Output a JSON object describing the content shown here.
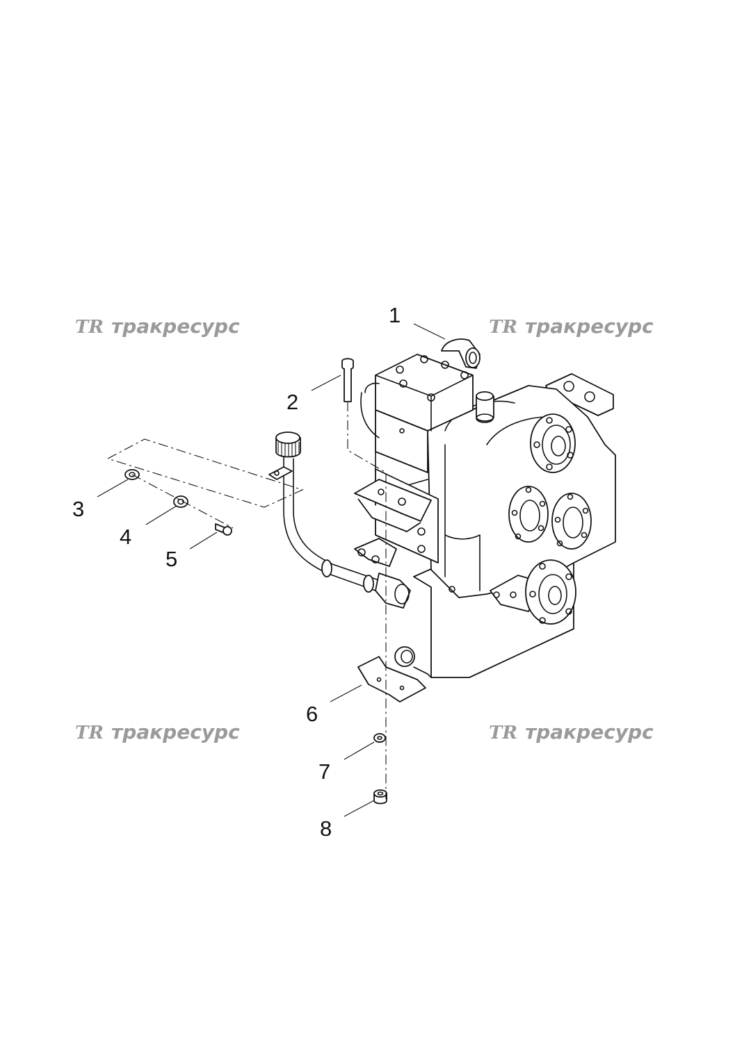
{
  "watermarks": [
    {
      "logo": "TR",
      "text": "тракресурс"
    },
    {
      "logo": "TR",
      "text": "тракресурс"
    },
    {
      "logo": "TR",
      "text": "тракресурс"
    },
    {
      "logo": "TR",
      "text": "тракресурс"
    }
  ],
  "callouts": [
    "1",
    "2",
    "3",
    "4",
    "5",
    "6",
    "7",
    "8"
  ],
  "colors": {
    "line": "#111111",
    "watermark": "#9a9a9a",
    "background": "#ffffff"
  }
}
